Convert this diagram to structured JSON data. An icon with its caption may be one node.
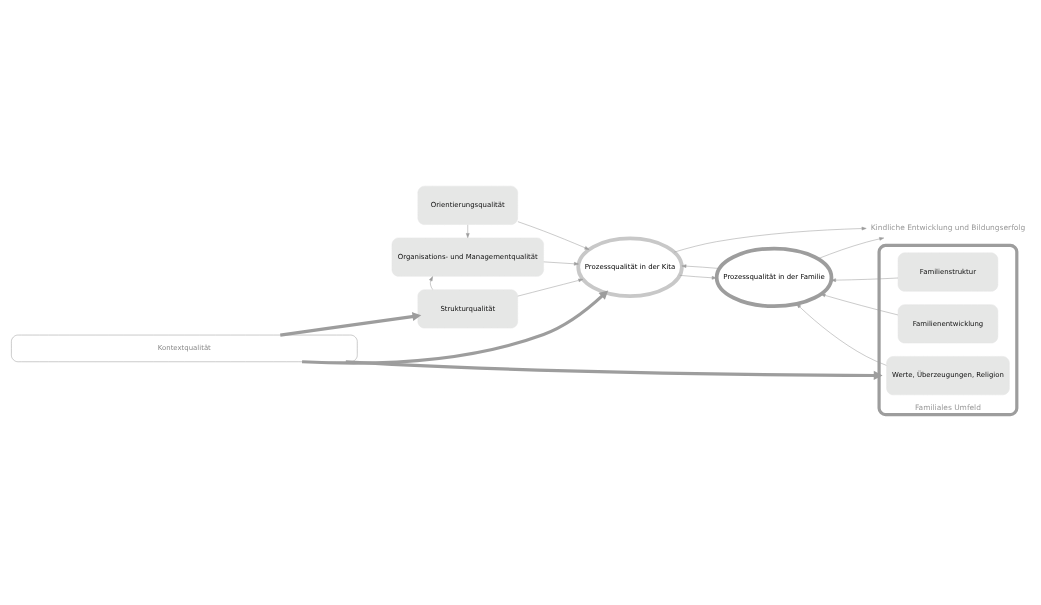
{
  "diagram": {
    "nodes": [
      {
        "text": [
          "Orientierungsqualität"
        ]
      },
      {
        "text": [
          "Organisations- und Managementqualität"
        ]
      },
      {
        "text": [
          "Strukturqualität"
        ]
      },
      {
        "text": [
          "Prozessqualität in der Kita"
        ]
      },
      {
        "text": [
          "Prozessqualität in der Familie"
        ]
      },
      {
        "text": [
          "Kindliche Entwicklung und Bildungserfolg"
        ]
      },
      {
        "text": [
          "Familiales Umfeld"
        ]
      },
      {
        "text": [
          "Werte, Überzeugungen, Religion"
        ],
        "in": 6
      },
      {
        "text": [
          "Familienentwicklung"
        ],
        "in": 6
      },
      {
        "text": [
          "Familienstruktur"
        ],
        "in": 6
      },
      {
        "text": [
          "Kontextqualität"
        ]
      }
    ],
    "edges": [
      {
        "from": 0,
        "to": 1,
        "arrow": "to"
      },
      {
        "from": 2,
        "to": 1,
        "arrow": "to"
      },
      {
        "from": 0,
        "to": 3,
        "arrow": "to"
      },
      {
        "from": 1,
        "to": 3,
        "arrow": "to"
      },
      {
        "from": 2,
        "to": 3,
        "arrow": "to"
      },
      {
        "from": 3,
        "to": 5,
        "arrow": "to"
      },
      {
        "from": 4,
        "to": 5,
        "arrow": "to"
      },
      {
        "from": 4,
        "to": 3,
        "arrow": "to"
      },
      {
        "from": 3,
        "to": 4,
        "arrow": "to"
      },
      {
        "from": 7,
        "to": 4,
        "arrow": "to"
      },
      {
        "from": 8,
        "to": 4,
        "arrow": "to"
      },
      {
        "from": 9,
        "to": 4,
        "arrow": "to"
      },
      {
        "from": 10,
        "to": 2,
        "arrow": "to",
        "style": "thick"
      },
      {
        "from": 10,
        "to": 3,
        "arrow": "to",
        "style": "thick"
      },
      {
        "from": 10,
        "to": 6,
        "arrow": "to",
        "style": "thick"
      }
    ]
  }
}
